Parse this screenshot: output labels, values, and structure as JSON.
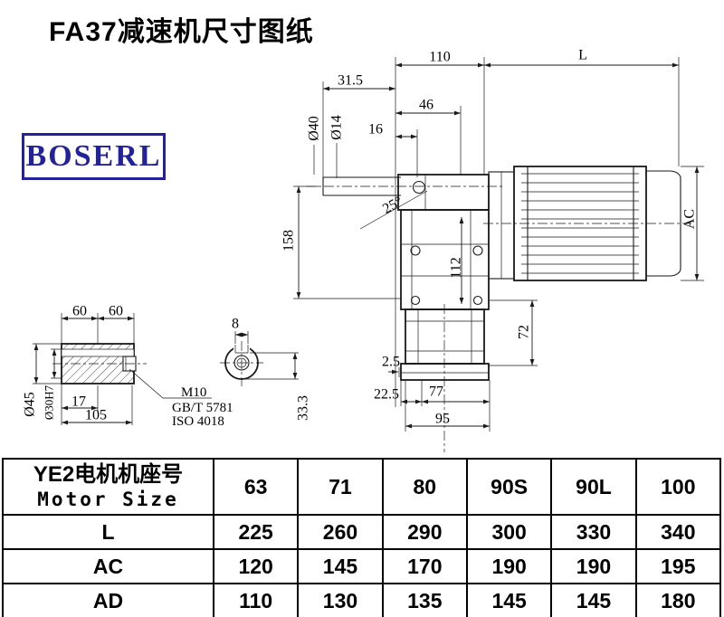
{
  "page": {
    "title": "FA37减速机尺寸图纸",
    "logo_text": "BOSERL"
  },
  "drawing": {
    "top": {
      "d110": "110",
      "L": "L",
      "d31_5": "31.5",
      "d46": "46",
      "d16": "16"
    },
    "shaft": {
      "dia40": "Ø40",
      "dia14": "Ø14",
      "angle": "25°"
    },
    "vert": {
      "d158": "158",
      "d112": "112",
      "AC": "AC",
      "d72": "72"
    },
    "bottom": {
      "d2_5": "2.5",
      "d22_5": "22.5",
      "d77": "77",
      "d95": "95"
    },
    "shaft_detail": {
      "d60a": "60",
      "d60b": "60",
      "dia45": "Ø45",
      "dia30": "Ø30H7",
      "d17": "17",
      "d105": "105",
      "thread": "M10",
      "std1": "GB/T 5781",
      "std2": "ISO 4018"
    },
    "section": {
      "d8": "8",
      "d33_3": "33.3"
    }
  },
  "table": {
    "header": {
      "line1": "YE2电机机座号",
      "line2": "Motor Size"
    },
    "columns": [
      "63",
      "71",
      "80",
      "90S",
      "90L",
      "100"
    ],
    "rows": [
      {
        "label": "L",
        "values": [
          "225",
          "260",
          "290",
          "300",
          "330",
          "340"
        ]
      },
      {
        "label": "AC",
        "values": [
          "120",
          "145",
          "170",
          "190",
          "190",
          "195"
        ]
      },
      {
        "label": "AD",
        "values": [
          "110",
          "130",
          "135",
          "145",
          "145",
          "180"
        ]
      }
    ]
  }
}
